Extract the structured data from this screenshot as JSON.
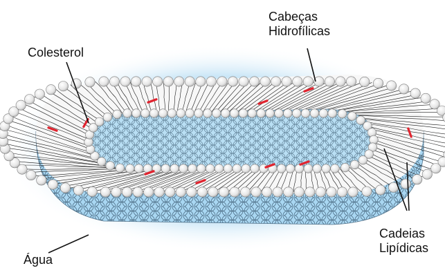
{
  "labels": {
    "cholesterol": "Colesterol",
    "hydrophilic_heads": [
      "Cabeças",
      "Hidrofílicas"
    ],
    "lipid_chains": [
      "Cadeias",
      "Lipídicas"
    ],
    "water": "Água"
  },
  "colors": {
    "water_glow": "#9fd2ef",
    "inner_surface": "#b7ddf3",
    "outer_skirt": "#a8d6f2",
    "lipid_head": "#f2f2f2",
    "head_outline": "#7a7a7a",
    "tail": "#1a1a1a",
    "cholesterol": "#e0242f",
    "leader_line": "#111111"
  }
}
